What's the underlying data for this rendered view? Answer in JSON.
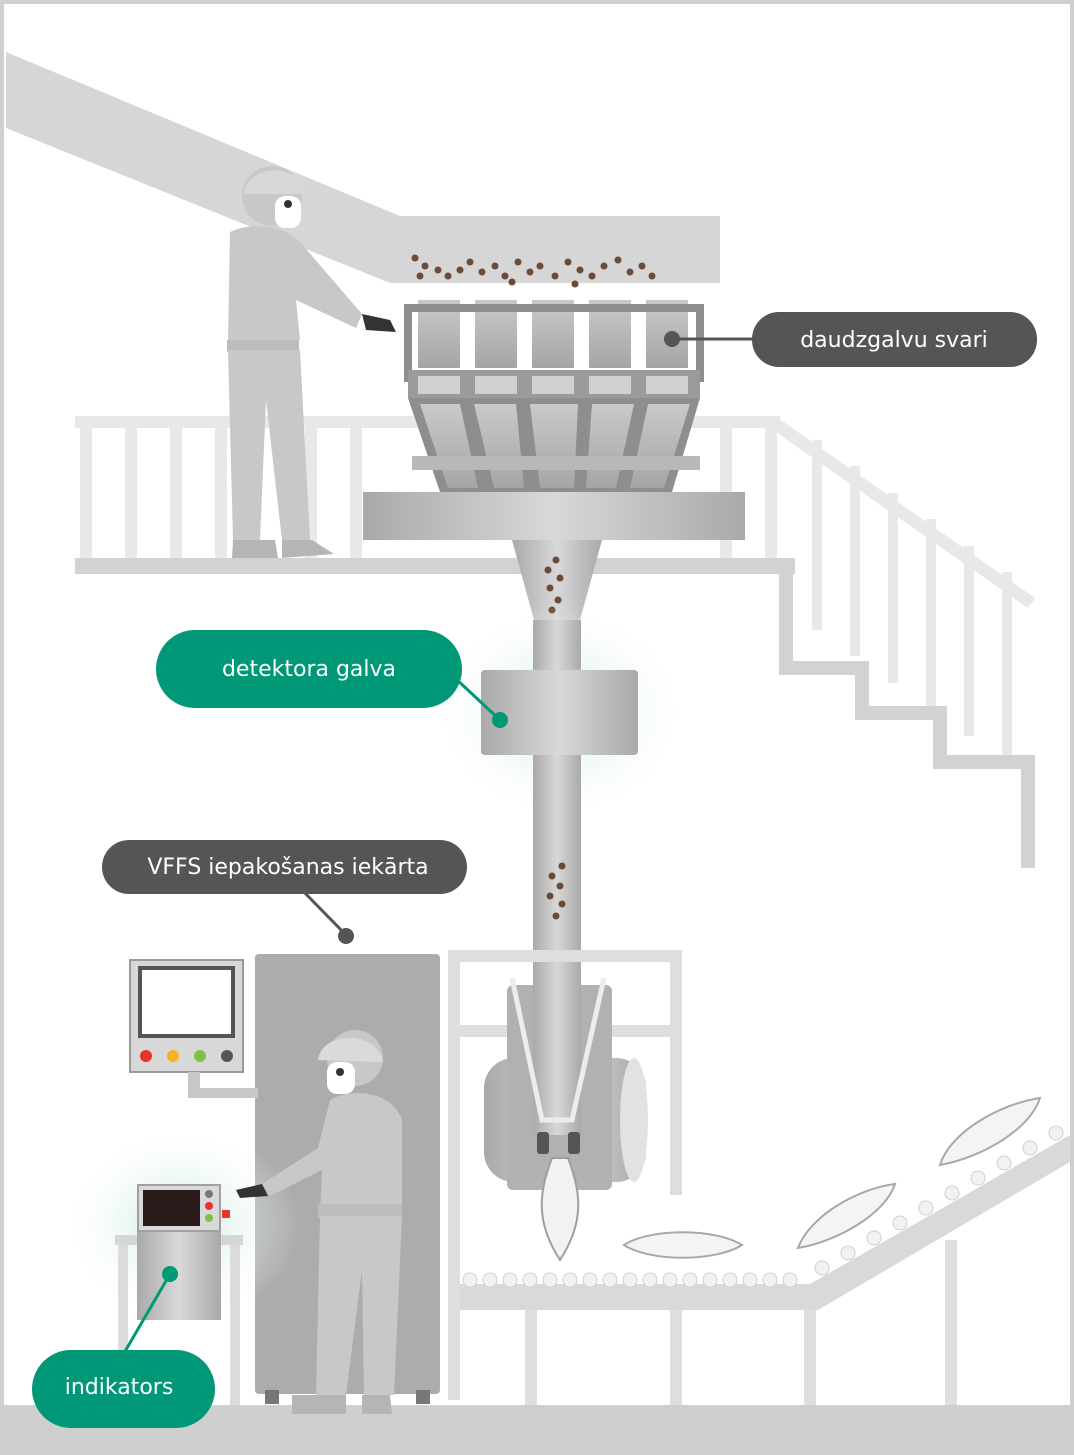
{
  "labels": {
    "multihead_weigher": "daudzgalvu svari",
    "detector_head": "detektora galva",
    "vffs_machine": "VFFS iepakošanas iekārta",
    "indicator": "indikators"
  },
  "colors": {
    "callout_dark": "#555555",
    "callout_green": "#009877",
    "machine_gray": "#b4b4b4",
    "structure_light": "#e6e6e6",
    "product_brown": "#6b4a3a",
    "light_red": "#e5352b",
    "light_yellow": "#f5b324",
    "light_green": "#7cc142",
    "light_dark": "#555555"
  },
  "icons": {
    "operator_top": "worker-icon",
    "operator_bottom": "worker-icon",
    "hmi_panel": "monitor-icon"
  }
}
